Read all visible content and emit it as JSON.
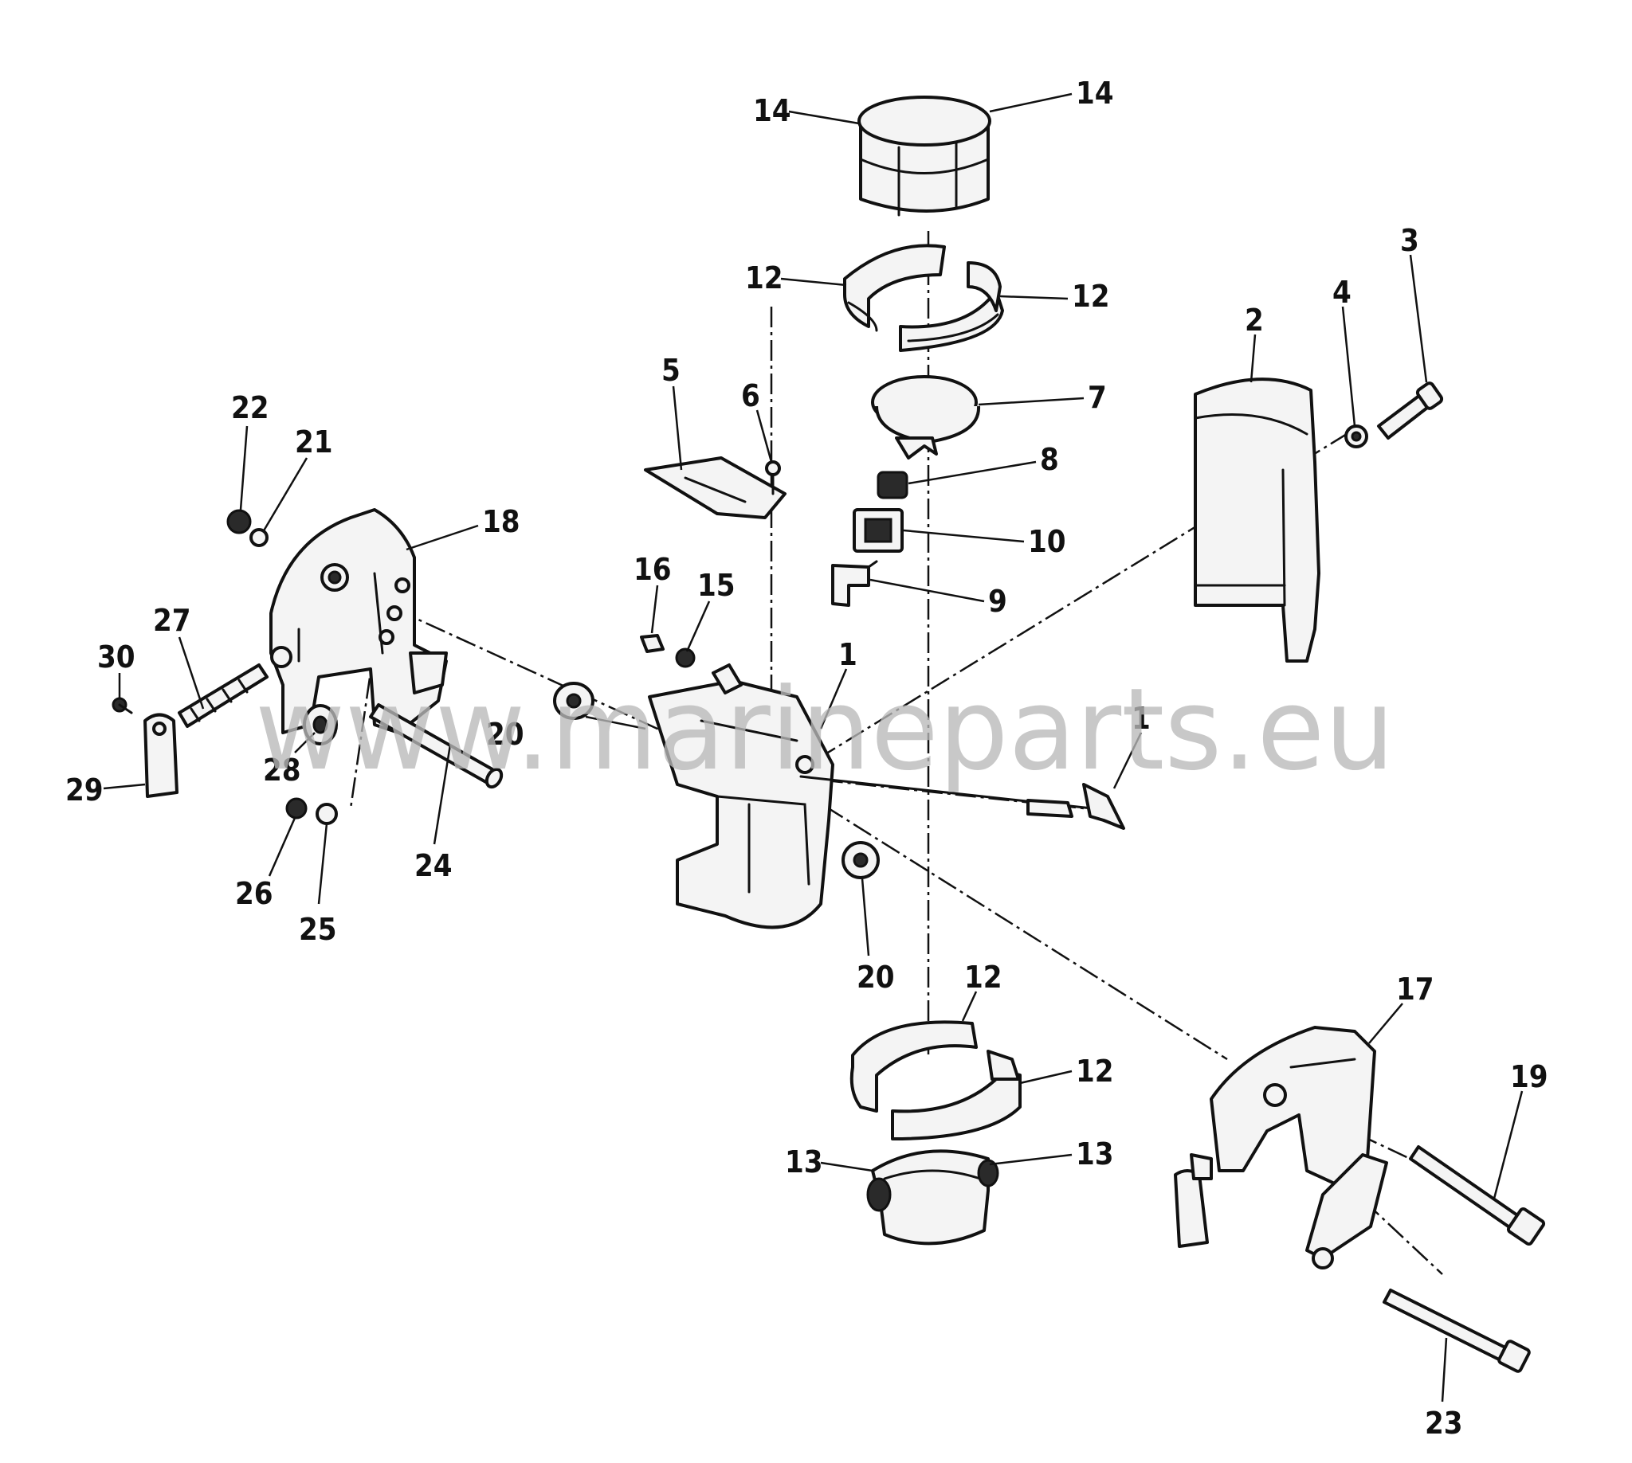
{
  "watermark": "www.marineparts.eu",
  "callouts": {
    "p1a": "1",
    "p1b": "1",
    "p2": "2",
    "p3": "3",
    "p4": "4",
    "p5": "5",
    "p6": "6",
    "p7": "7",
    "p8": "8",
    "p9": "9",
    "p10": "10",
    "p12a": "12",
    "p12b": "12",
    "p12c": "12",
    "p12d": "12",
    "p13a": "13",
    "p13b": "13",
    "p14a": "14",
    "p14b": "14",
    "p15": "15",
    "p16": "16",
    "p17": "17",
    "p18": "18",
    "p19": "19",
    "p20a": "20",
    "p20b": "20",
    "p21": "21",
    "p22": "22",
    "p23": "23",
    "p24": "24",
    "p25": "25",
    "p26": "26",
    "p27": "27",
    "p28": "28",
    "p29": "29",
    "p30": "30"
  }
}
